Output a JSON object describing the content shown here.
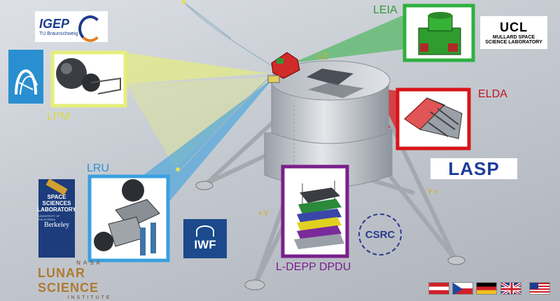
{
  "instruments": {
    "leia": {
      "label": "LEIA",
      "color": "#2e9a3a"
    },
    "elda": {
      "label": "ELDA",
      "color": "#c0141c"
    },
    "lpm": {
      "label": "LPM",
      "color": "#d8d84a"
    },
    "lru": {
      "label": "LRU",
      "color": "#2a8fd0"
    },
    "ldepp": {
      "label": "L-DEPP DPDU",
      "color": "#7a1f8a"
    }
  },
  "axes": {
    "z": "+Z",
    "y_plus": "Y+",
    "y_minus": "+Y"
  },
  "logos": {
    "igep": {
      "name": "IGEP",
      "sub": "TU Braunschweig"
    },
    "ucl": {
      "name": "UCL",
      "sub1": "MULLARD SPACE",
      "sub2": "SCIENCE LABORATORY"
    },
    "lasp": {
      "name": "LASP"
    },
    "iwf": {
      "name": "IWF"
    },
    "csrc": {
      "name": "CSRC"
    },
    "ssl": {
      "l1": "SPACE",
      "l2": "SCIENCES",
      "l3": "LABORATORY",
      "l4": "UNIVERSITY OF CALIFORNIA",
      "l5": "Berkeley"
    },
    "nasa_lsi": {
      "top": "NASA",
      "mid": "LUNAR SCIENCE",
      "bot": "INSTITUTE"
    }
  },
  "flags": [
    "austria",
    "czech-republic",
    "germany",
    "united-kingdom",
    "united-states"
  ]
}
